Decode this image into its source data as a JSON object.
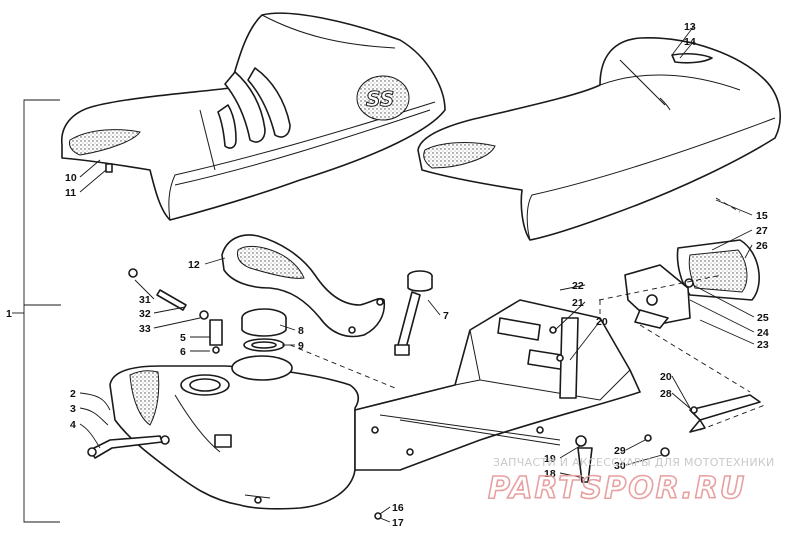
{
  "diagram": {
    "callouts": {
      "c1": "1",
      "c2": "2",
      "c3": "3",
      "c4": "4",
      "c5": "5",
      "c6": "6",
      "c7": "7",
      "c8": "8",
      "c9": "9",
      "c10": "10",
      "c11": "11",
      "c12": "12",
      "c13": "13",
      "c14": "14",
      "c15": "15",
      "c16": "16",
      "c17": "17",
      "c18": "18",
      "c19": "19",
      "c20a": "20",
      "c20b": "20",
      "c21": "21",
      "c22": "22",
      "c23": "23",
      "c24": "24",
      "c25": "25",
      "c26": "26",
      "c27": "27",
      "c28": "28",
      "c29": "29",
      "c30": "30",
      "c31": "31",
      "c32": "32",
      "c33": "33"
    },
    "seat_logo": "SS",
    "watermark_text": "ЗАПЧАСТИ И АКСЕССУАРЫ ДЛЯ МОТОТЕХНИКИ",
    "watermark_logo": "PARTSPOR.RU"
  }
}
